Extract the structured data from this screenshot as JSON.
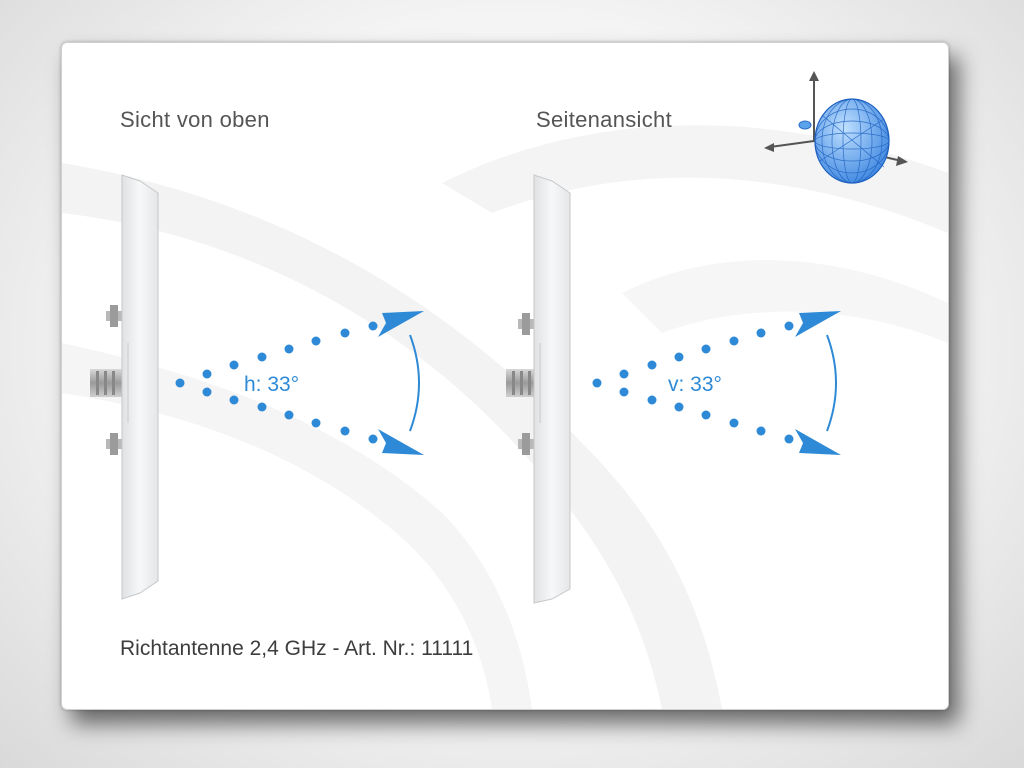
{
  "views": [
    {
      "title": "Sicht von oben",
      "angle_label": "h: 33°"
    },
    {
      "title": "Seitenansicht",
      "angle_label": "v: 33°"
    }
  ],
  "caption": "Richtantenne 2,4 GHz - Art. Nr.: 11111",
  "colors": {
    "accent": "#2e8ad6",
    "text": "#555555",
    "panel": "#f2f3f4"
  }
}
